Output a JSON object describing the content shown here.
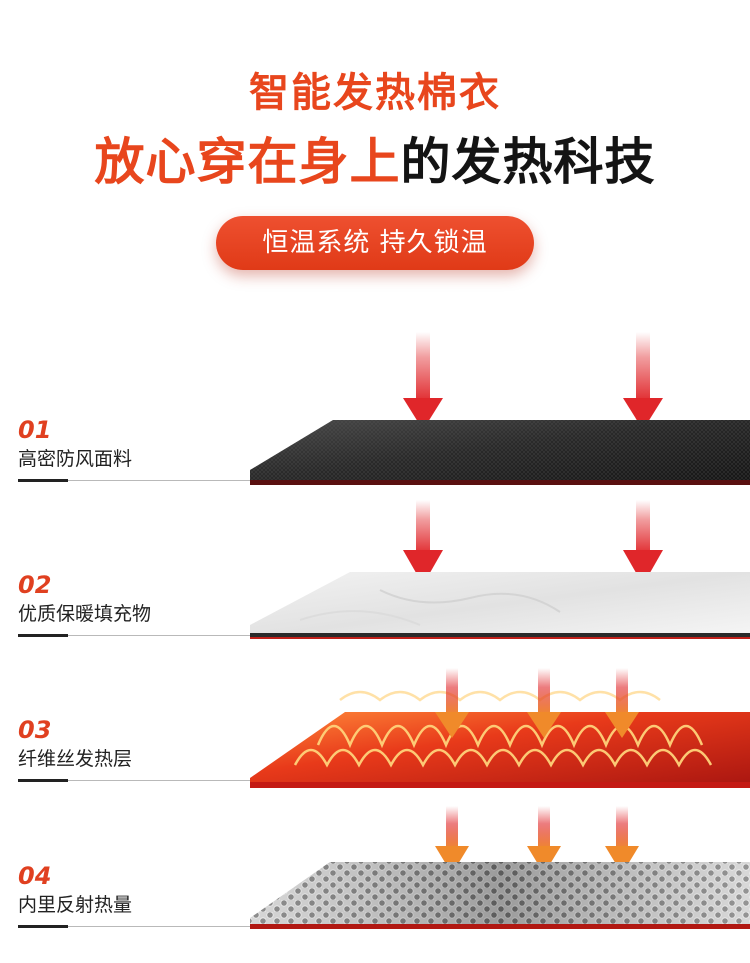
{
  "header": {
    "title_top": "智能发热棉衣",
    "title_main_red": "放心穿在身上",
    "title_main_dark": "的发热科技",
    "pill_text": "恒温系统 持久锁温"
  },
  "layers": [
    {
      "num": "01",
      "name": "高密防风面料"
    },
    {
      "num": "02",
      "name": "优质保暖填充物"
    },
    {
      "num": "03",
      "name": "纤维丝发热层"
    },
    {
      "num": "04",
      "name": "内里反射热量"
    }
  ],
  "colors": {
    "accent": "#e8461d",
    "arrow_red": "#e0262a",
    "heat_orange": "#f08a2a",
    "text_dark": "#141414"
  }
}
